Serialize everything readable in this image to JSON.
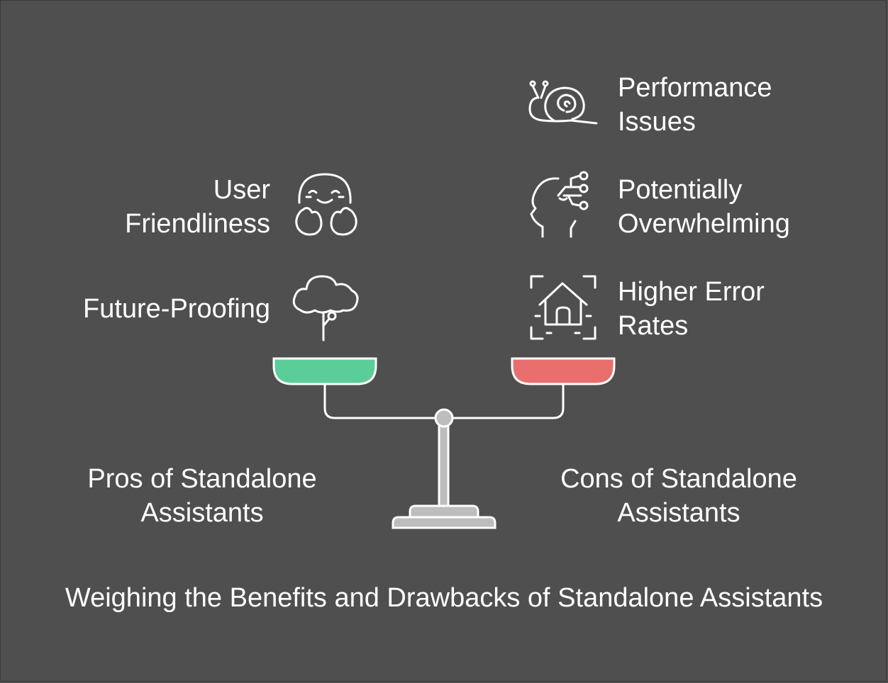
{
  "title": "Weighing the Benefits and Drawbacks of Standalone Assistants",
  "pros": {
    "heading": "Pros of Standalone\nAssistants",
    "color": "#5bcd98",
    "items": [
      {
        "label": "User\nFriendliness",
        "icon": "smiling-face-icon"
      },
      {
        "label": "Future-Proofing",
        "icon": "growing-tree-icon"
      }
    ]
  },
  "cons": {
    "heading": "Cons of Standalone\nAssistants",
    "color": "#e96f6f",
    "items": [
      {
        "label": "Performance\nIssues",
        "icon": "snail-icon"
      },
      {
        "label": "Potentially\nOverwhelming",
        "icon": "head-circuit-icon"
      },
      {
        "label": "Higher Error\nRates",
        "icon": "house-scan-icon"
      }
    ]
  },
  "colors": {
    "background": "#4f4f4f",
    "scale": "#bdbdbd",
    "line": "#ffffff"
  }
}
